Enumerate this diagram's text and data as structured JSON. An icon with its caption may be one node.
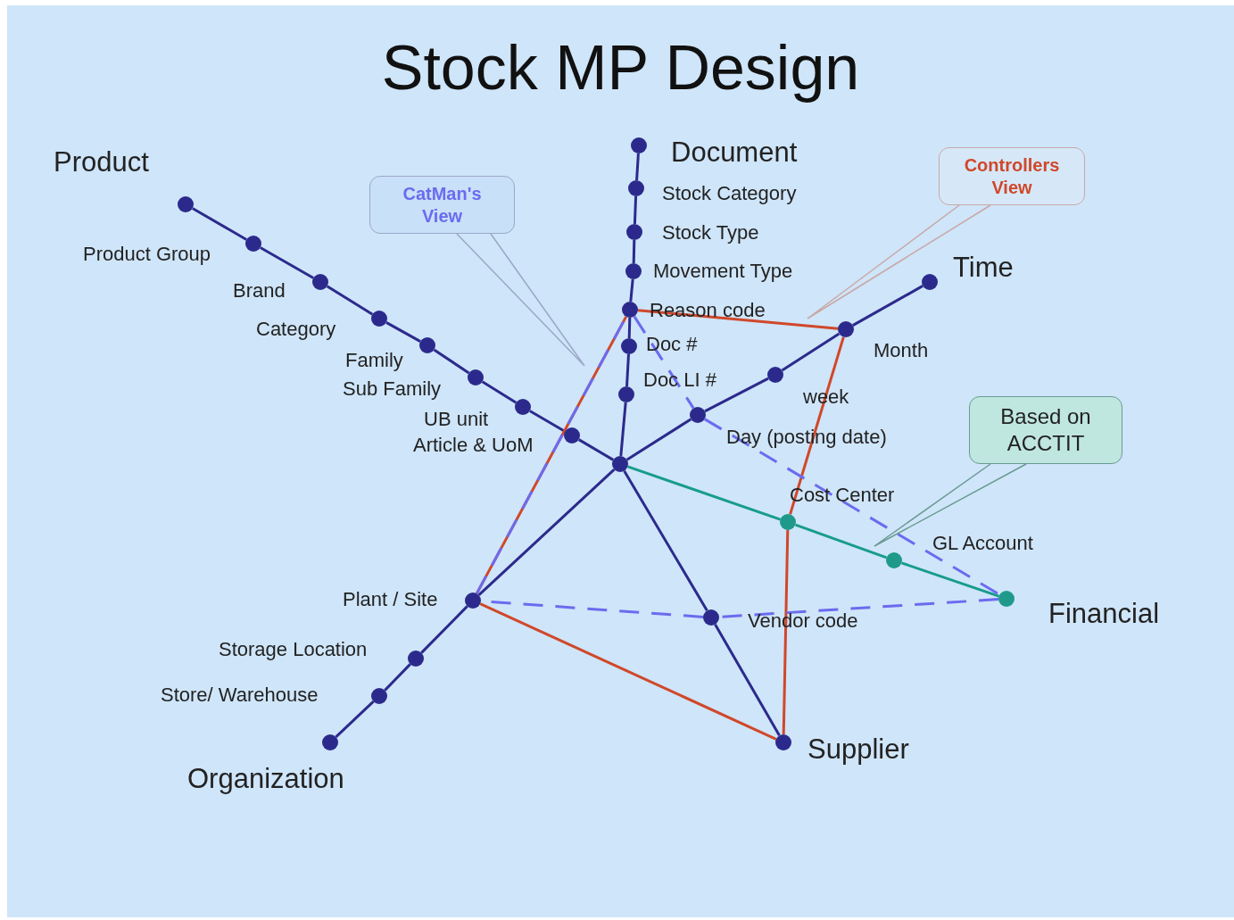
{
  "diagram": {
    "title": "Stock MP Design",
    "nodes": [
      {
        "text": [],
        "shape": "circle"
      },
      {
        "text": [],
        "shape": "circle",
        "beside": [
          "Document"
        ]
      },
      {
        "text": [],
        "shape": "circle",
        "beside": [
          "Stock Category"
        ]
      },
      {
        "text": [],
        "shape": "circle",
        "beside": [
          "Stock Type"
        ]
      },
      {
        "text": [],
        "shape": "circle",
        "beside": [
          "Movement Type"
        ]
      },
      {
        "text": [],
        "shape": "circle",
        "beside": [
          "Reason code"
        ]
      },
      {
        "text": [],
        "shape": "circle",
        "beside": [
          "Doc #"
        ]
      },
      {
        "text": [],
        "shape": "circle",
        "beside": [
          "Doc LI #"
        ]
      },
      {
        "text": [],
        "shape": "circle",
        "beside": [
          "Product"
        ]
      },
      {
        "text": [],
        "shape": "circle",
        "beside": [
          "Product Group"
        ]
      },
      {
        "text": [],
        "shape": "circle",
        "beside": [
          "Brand"
        ]
      },
      {
        "text": [],
        "shape": "circle",
        "beside": [
          "Category"
        ]
      },
      {
        "text": [],
        "shape": "circle",
        "beside": [
          "Family"
        ]
      },
      {
        "text": [],
        "shape": "circle",
        "beside": [
          "Sub Family"
        ]
      },
      {
        "text": [],
        "shape": "circle",
        "beside": [
          "UB unit"
        ]
      },
      {
        "text": [],
        "shape": "circle",
        "beside": [
          "Article & UoM"
        ]
      },
      {
        "text": [],
        "shape": "circle",
        "beside": [
          "Time"
        ]
      },
      {
        "text": [],
        "shape": "circle",
        "beside": [
          "Month"
        ]
      },
      {
        "text": [],
        "shape": "circle",
        "beside": [
          "week"
        ]
      },
      {
        "text": [],
        "shape": "circle",
        "beside": [
          "Day (posting date)"
        ]
      },
      {
        "text": [],
        "shape": "circle",
        "beside": [
          "Financial"
        ]
      },
      {
        "text": [],
        "shape": "circle",
        "beside": [
          "GL Account"
        ]
      },
      {
        "text": [],
        "shape": "circle",
        "beside": [
          "Cost Center"
        ]
      },
      {
        "text": [],
        "shape": "circle",
        "beside": [
          "Supplier"
        ]
      },
      {
        "text": [],
        "shape": "circle",
        "beside": [
          "Vendor code"
        ]
      },
      {
        "text": [],
        "shape": "circle",
        "beside": [
          "Organization"
        ]
      },
      {
        "text": [],
        "shape": "circle",
        "beside": [
          "Store/ Warehouse"
        ]
      },
      {
        "text": [],
        "shape": "circle",
        "beside": [
          "Storage Location"
        ]
      },
      {
        "text": [],
        "shape": "circle",
        "beside": [
          "Plant / Site"
        ]
      },
      {
        "text": [
          "CatMan's View"
        ]
      },
      {
        "text": [
          "Controllers View"
        ]
      },
      {
        "text": [
          "Based on ACCTIT"
        ]
      }
    ],
    "edges": [
      {
        "from": 0,
        "to": 7,
        "arrow": "none"
      },
      {
        "from": 7,
        "to": 6,
        "arrow": "none"
      },
      {
        "from": 6,
        "to": 5,
        "arrow": "none"
      },
      {
        "from": 5,
        "to": 4,
        "arrow": "none"
      },
      {
        "from": 4,
        "to": 3,
        "arrow": "none"
      },
      {
        "from": 3,
        "to": 2,
        "arrow": "none"
      },
      {
        "from": 2,
        "to": 1,
        "arrow": "none"
      },
      {
        "from": 0,
        "to": 15,
        "arrow": "none"
      },
      {
        "from": 15,
        "to": 14,
        "arrow": "none"
      },
      {
        "from": 14,
        "to": 13,
        "arrow": "none"
      },
      {
        "from": 13,
        "to": 12,
        "arrow": "none"
      },
      {
        "from": 12,
        "to": 11,
        "arrow": "none"
      },
      {
        "from": 11,
        "to": 10,
        "arrow": "none"
      },
      {
        "from": 10,
        "to": 9,
        "arrow": "none"
      },
      {
        "from": 9,
        "to": 8,
        "arrow": "none"
      },
      {
        "from": 0,
        "to": 19,
        "arrow": "none"
      },
      {
        "from": 19,
        "to": 18,
        "arrow": "none"
      },
      {
        "from": 18,
        "to": 17,
        "arrow": "none"
      },
      {
        "from": 17,
        "to": 16,
        "arrow": "none"
      },
      {
        "from": 0,
        "to": 22,
        "arrow": "none",
        "color": "#179c8c"
      },
      {
        "from": 22,
        "to": 21,
        "arrow": "none",
        "color": "#179c8c"
      },
      {
        "from": 21,
        "to": 20,
        "arrow": "none",
        "color": "#179c8c"
      },
      {
        "from": 0,
        "to": 24,
        "arrow": "none"
      },
      {
        "from": 24,
        "to": 23,
        "arrow": "none"
      },
      {
        "from": 0,
        "to": 28,
        "arrow": "none"
      },
      {
        "from": 28,
        "to": 27,
        "arrow": "none"
      },
      {
        "from": 27,
        "to": 26,
        "arrow": "none"
      },
      {
        "from": 26,
        "to": 25,
        "arrow": "none"
      },
      {
        "from": 5,
        "to": 17,
        "arrow": "none",
        "color": "#d0482a"
      },
      {
        "from": 17,
        "to": 22,
        "arrow": "none",
        "color": "#d0482a"
      },
      {
        "from": 22,
        "to": 23,
        "arrow": "none",
        "color": "#d0482a"
      },
      {
        "from": 23,
        "to": 28,
        "arrow": "none",
        "color": "#d0482a"
      },
      {
        "from": 28,
        "to": 5,
        "arrow": "none",
        "color": "#d0482a"
      },
      {
        "from": 5,
        "to": 19,
        "arrow": "none",
        "style": "dashed",
        "color": "#6b6bef"
      },
      {
        "from": 19,
        "to": 20,
        "arrow": "none",
        "style": "dashed",
        "color": "#6b6bef"
      },
      {
        "from": 20,
        "to": 24,
        "arrow": "none",
        "style": "dashed",
        "color": "#6b6bef"
      },
      {
        "from": 24,
        "to": 28,
        "arrow": "none",
        "style": "dashed",
        "color": "#6b6bef"
      },
      {
        "from": 28,
        "to": 5,
        "arrow": "none",
        "style": "dashed",
        "color": "#6b6bef"
      },
      {
        "from": 29,
        "to": null,
        "arrow": "none",
        "color": "#9aa8c8"
      },
      {
        "from": 30,
        "to": null,
        "arrow": "none",
        "color": "#c8a8a8"
      },
      {
        "from": 31,
        "to": null,
        "arrow": "none",
        "color": "#6a9a94"
      }
    ]
  }
}
